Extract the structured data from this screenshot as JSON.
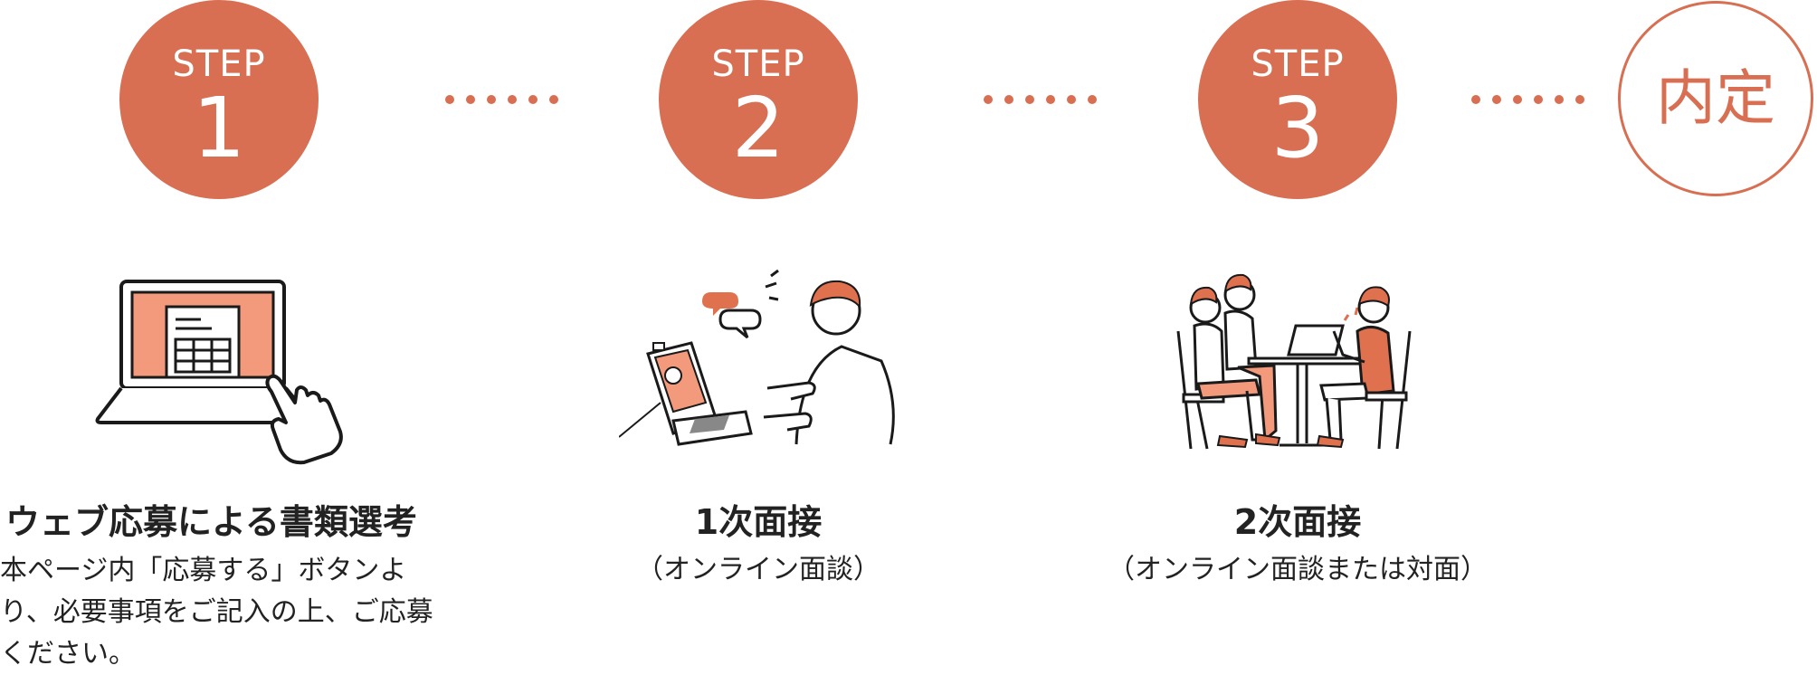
{
  "steps": [
    {
      "label": "STEP",
      "number": "1",
      "title": "ウェブ応募による書類選考",
      "description": "本ページ内「応募する」ボタンより、必要事項をご記入の上、ご応募ください。"
    },
    {
      "label": "STEP",
      "number": "2",
      "title": "1次面接",
      "subtitle": "（オンライン面談）"
    },
    {
      "label": "STEP",
      "number": "3",
      "title": "2次面接",
      "subtitle": "（オンライン面談または対面）"
    }
  ],
  "final": "内定",
  "colors": {
    "accent": "#d86e52",
    "accent_light": "#f39a7c",
    "text": "#222222"
  },
  "icons": [
    "laptop-form-icon",
    "video-call-icon",
    "meeting-table-icon"
  ]
}
